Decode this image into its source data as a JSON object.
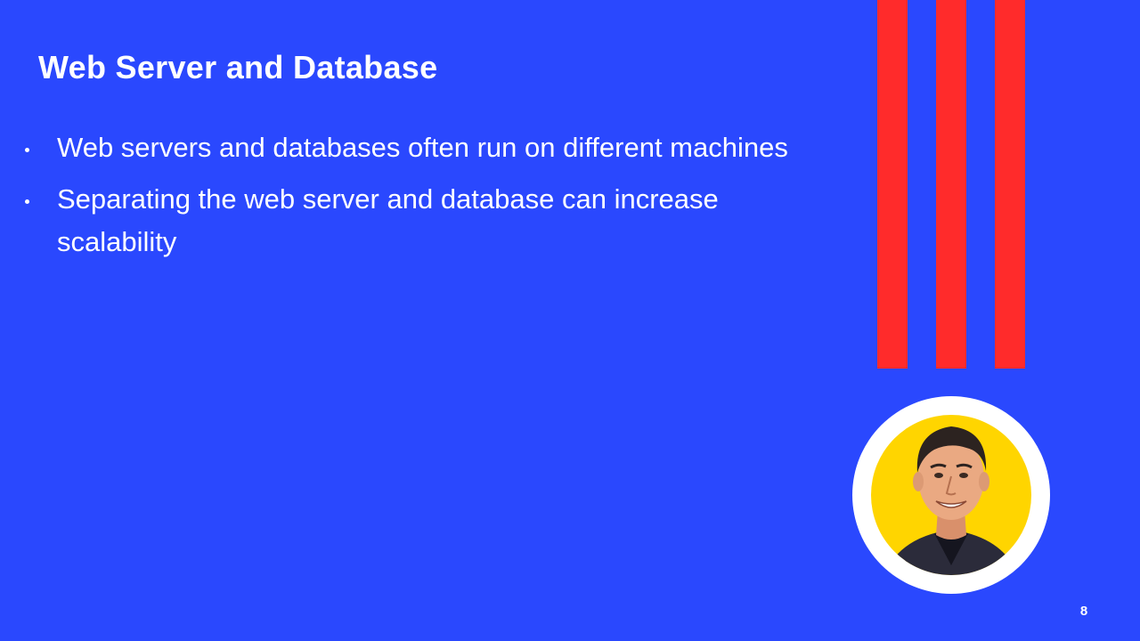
{
  "slide": {
    "title": "Web Server and Database",
    "bullets": [
      "Web servers and databases often run on different machines",
      "Separating the web server and database can increase scalability"
    ],
    "page_number": "8",
    "avatar_icon": "presenter-avatar-icon",
    "colors": {
      "background": "#2a48fe",
      "stripe": "#ff2b2b",
      "avatar_ring": "#ffffff",
      "avatar_fill": "#ffd500"
    }
  }
}
